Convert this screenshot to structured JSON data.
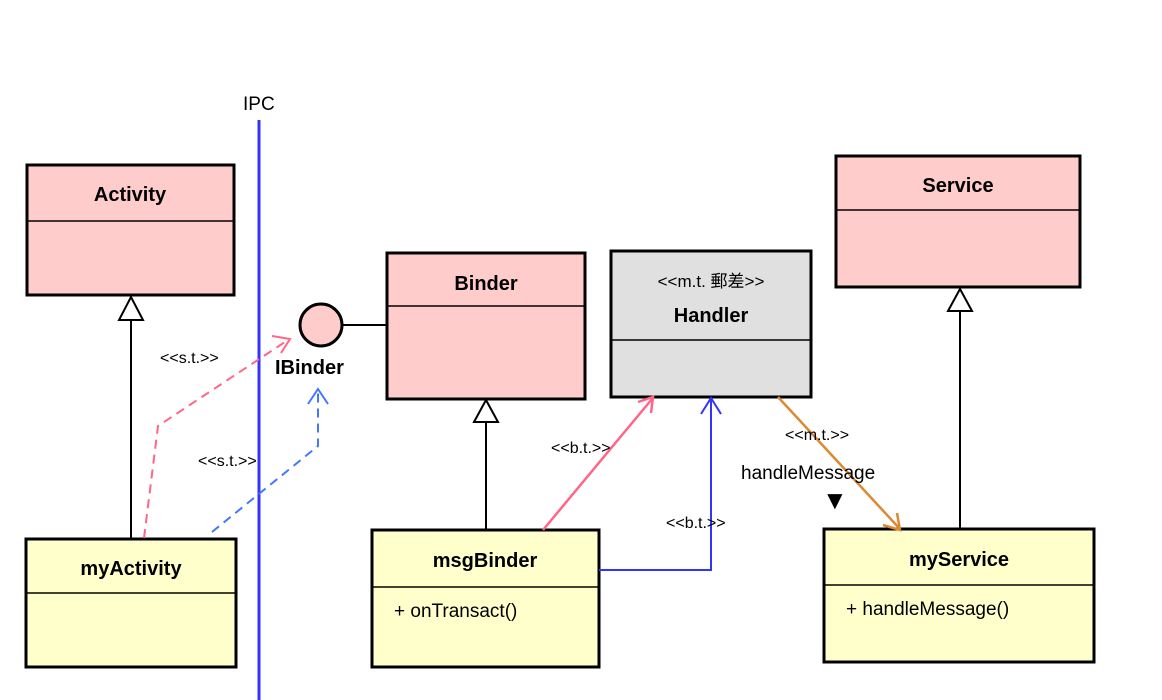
{
  "ipc": {
    "label": "IPC",
    "color": "#3333ff"
  },
  "colors": {
    "pink_fill": "#ffcccc",
    "yellow_fill": "#ffffcc",
    "gray_fill": "#e0e0e0",
    "pink_arrow": "#ff6688",
    "blue_arrow": "#3333ff",
    "blue_dashed": "#4477ff",
    "orange_arrow": "#dd8833"
  },
  "classes": {
    "activity": {
      "name": "Activity"
    },
    "service": {
      "name": "Service"
    },
    "binder": {
      "name": "Binder"
    },
    "handler": {
      "stereotype": "<<m.t. 郵差>>",
      "name": "Handler"
    },
    "my_activity": {
      "name": "myActivity"
    },
    "msg_binder": {
      "name": "msgBinder",
      "method": "+ onTransact()"
    },
    "my_service": {
      "name": "myService",
      "method": "+ handleMessage()"
    }
  },
  "interface": {
    "name": "IBinder"
  },
  "labels": {
    "st1": "<<s.t.>>",
    "st2": "<<s.t.>>",
    "bt1": "<<b.t.>>",
    "bt2": "<<b.t.>>",
    "mt": "<<m.t.>>",
    "handle_message": "handleMessage",
    "triangle_marker": "▼"
  }
}
